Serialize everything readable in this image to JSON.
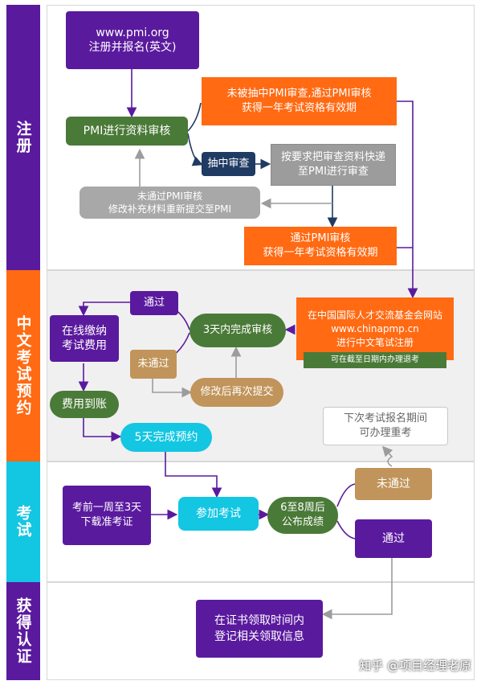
{
  "lanes": [
    {
      "label": "注册",
      "color": "#5a1a9e"
    },
    {
      "label": "中文考试预约",
      "color": "#ff6a13"
    },
    {
      "label": "考试",
      "color": "#13c6e2"
    },
    {
      "label": "获得认证",
      "color": "#5a1a9e"
    }
  ],
  "nodes": {
    "register": "www.pmi.org\n注册并报名(英文)",
    "pmi_review": "PMI进行资料审核",
    "not_selected": "未被抽中PMI审查,通过PMI审核\n获得一年考试资格有效期",
    "audit_selected": "抽中审查",
    "send_audit": "按要求把审查资料快递\n至PMI进行审查",
    "audit_failed": "未通过PMI审核\n修改补充材料重新提交至PMI",
    "audit_passed": "通过PMI审核\n获得一年考试资格有效期",
    "cn_register_main": "在中国国际人才交流基金会网站\nwww.chinapmp.cn\n进行中文笔试注册",
    "cn_register_note": "可在截至日期内办理退考",
    "pass_1": "通过",
    "review_3days": "3天内完成审核",
    "fail_1": "未通过",
    "resubmit": "修改后再次提交",
    "pay_fee": "在线缴纳\n考试费用",
    "fee_received": "费用到账",
    "booking_5days": "5天完成预约",
    "retake_note": "下次考试报名期间\n可办理重考",
    "download_ticket": "考前一周至3天\n下载准考证",
    "take_exam": "参加考试",
    "results": "6至8周后\n公布成绩",
    "fail_2": "未通过",
    "pass_2": "通过",
    "certificate": "在证书领取时间内\n登记相关领取信息"
  },
  "watermark": "知乎 @项目经理老原"
}
